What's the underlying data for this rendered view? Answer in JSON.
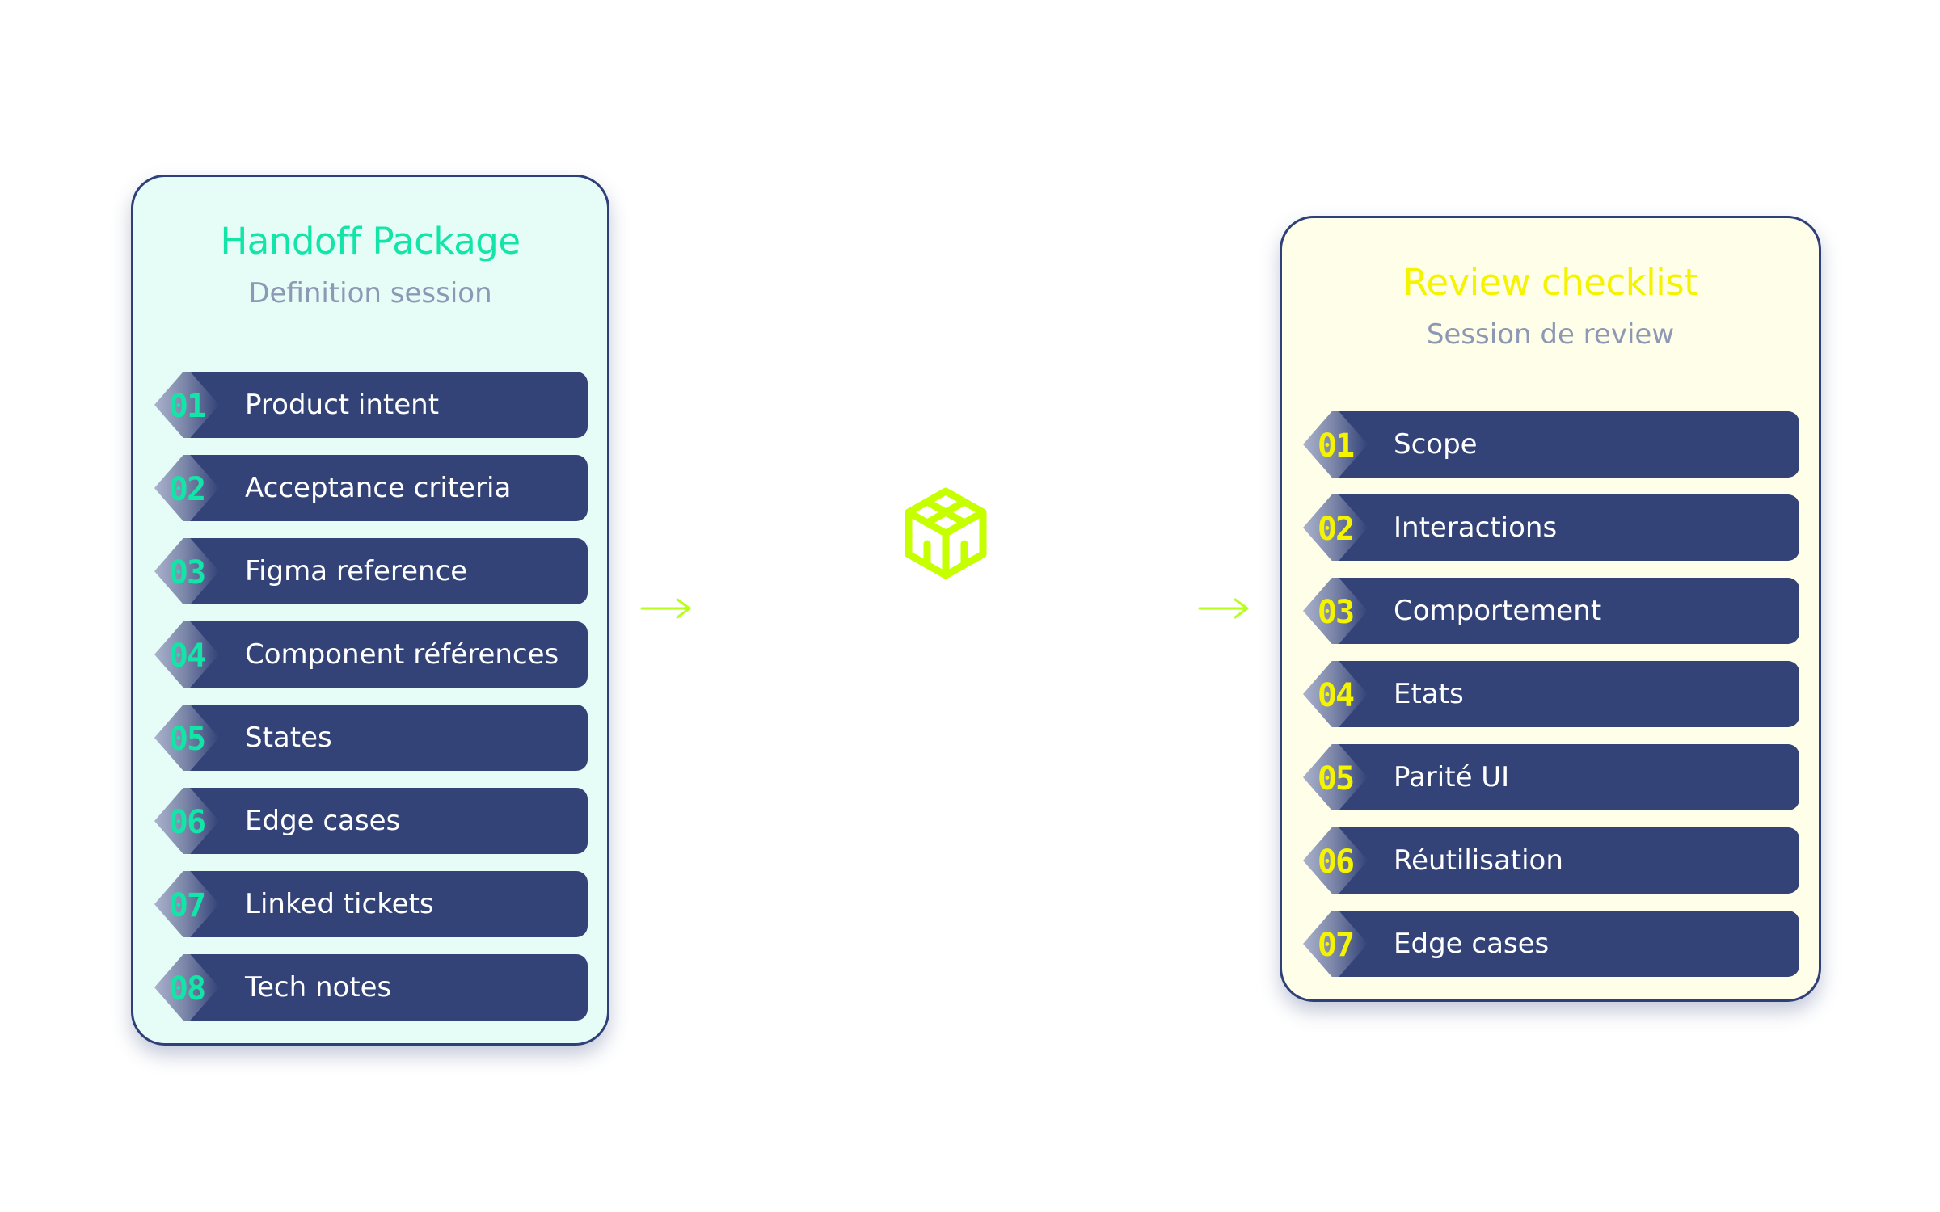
{
  "colors": {
    "left_accent": "#12e5a7",
    "right_accent": "#f4f400",
    "bar": "#334378",
    "border": "#2f3f78",
    "subtitle": "#8d98b4",
    "arrow": "#b6ff1e",
    "icon": "#c6ff00"
  },
  "left_card": {
    "title": "Handoff Package",
    "subtitle": "Definition session",
    "items": [
      {
        "num": "01",
        "label": "Product intent"
      },
      {
        "num": "02",
        "label": "Acceptance criteria"
      },
      {
        "num": "03",
        "label": "Figma reference"
      },
      {
        "num": "04",
        "label": "Component références"
      },
      {
        "num": "05",
        "label": "States"
      },
      {
        "num": "06",
        "label": "Edge cases"
      },
      {
        "num": "07",
        "label": "Linked tickets"
      },
      {
        "num": "08",
        "label": "Tech notes"
      }
    ]
  },
  "right_card": {
    "title": "Review checklist",
    "subtitle": "Session de review",
    "items": [
      {
        "num": "01",
        "label": "Scope"
      },
      {
        "num": "02",
        "label": "Interactions"
      },
      {
        "num": "03",
        "label": "Comportement"
      },
      {
        "num": "04",
        "label": "Etats"
      },
      {
        "num": "05",
        "label": "Parité UI"
      },
      {
        "num": "06",
        "label": "Réutilisation"
      },
      {
        "num": "07",
        "label": "Edge cases"
      }
    ]
  },
  "center_icon": "cube-icon"
}
